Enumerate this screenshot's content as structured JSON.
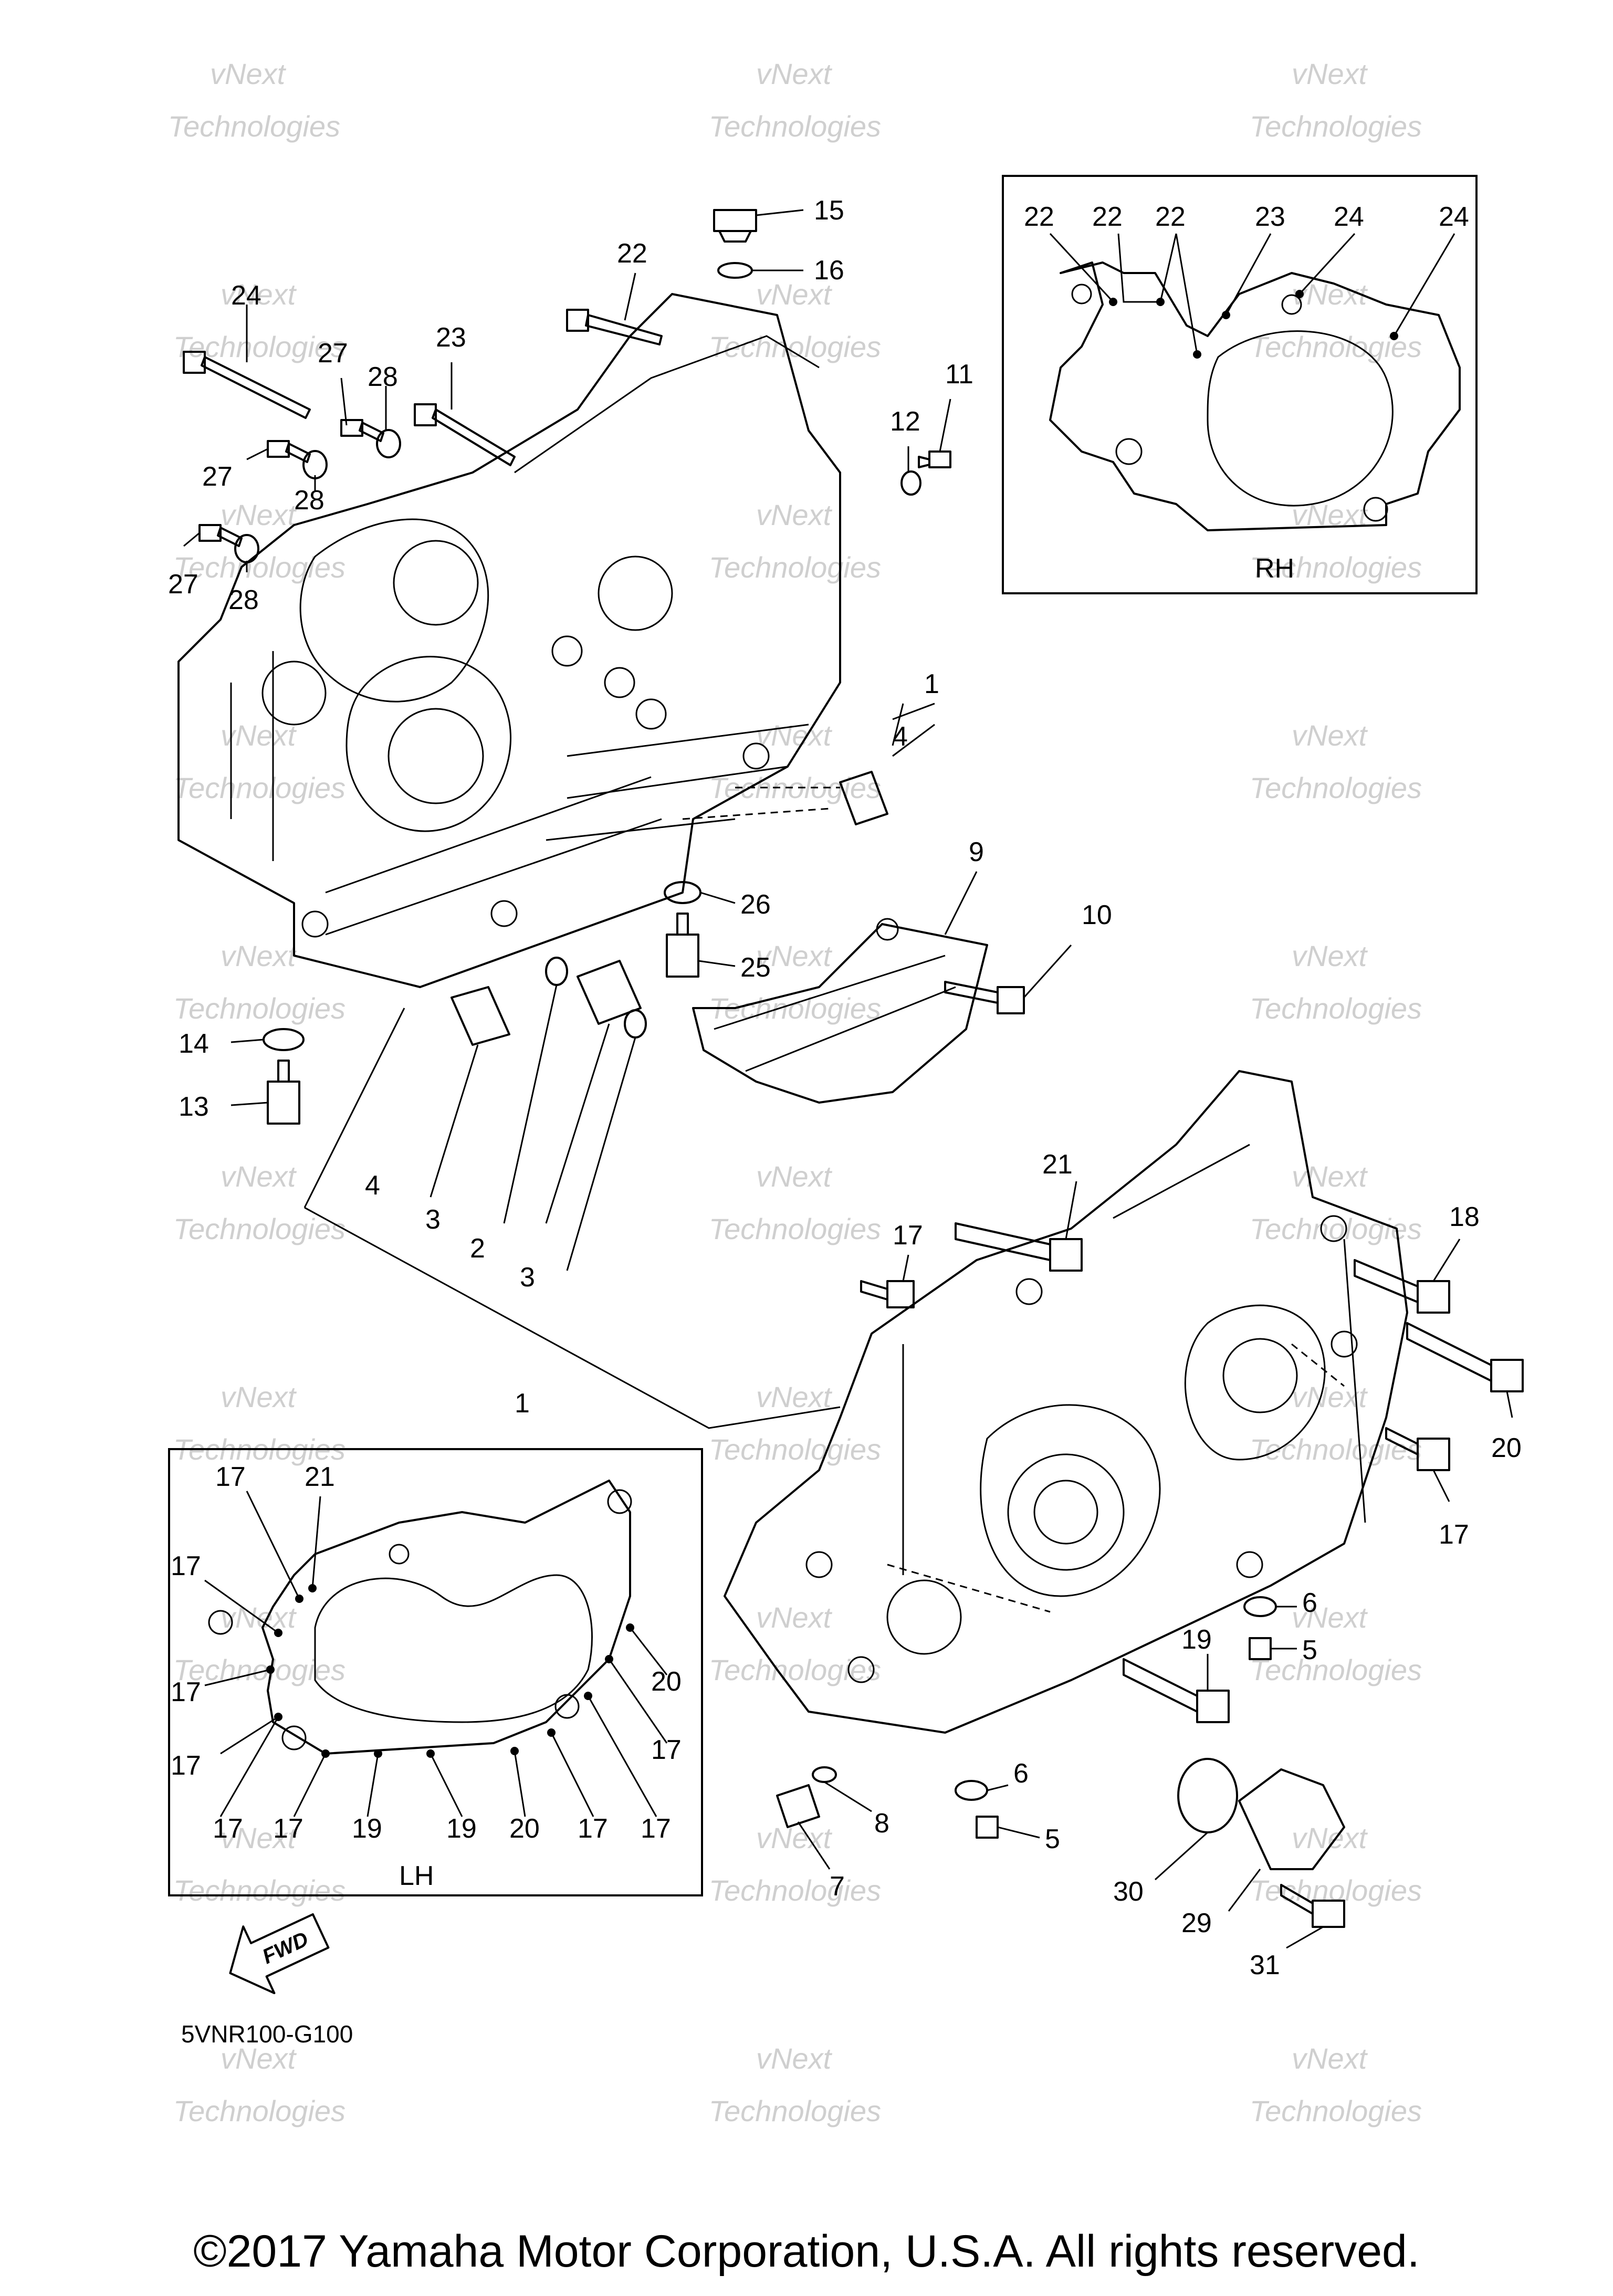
{
  "diagram": {
    "code": "5VNR100-G100",
    "copyright": "©2017 Yamaha Motor Corporation, U.S.A. All rights reserved.",
    "watermark": [
      "vNext",
      "Technologies"
    ],
    "fwd_label": "FWD",
    "insets": {
      "rh": {
        "label": "RH",
        "callouts": [
          "22",
          "22",
          "22",
          "23",
          "24",
          "24"
        ]
      },
      "lh": {
        "label": "LH",
        "callouts": [
          "17",
          "21",
          "17",
          "17",
          "17",
          "20",
          "17",
          "17",
          "17",
          "19",
          "19",
          "20",
          "17",
          "17"
        ]
      }
    },
    "callouts": [
      "15",
      "16",
      "22",
      "24",
      "27",
      "28",
      "23",
      "27",
      "28",
      "27",
      "28",
      "12",
      "11",
      "1",
      "4",
      "9",
      "10",
      "26",
      "25",
      "14",
      "13",
      "4",
      "3",
      "2",
      "3",
      "1",
      "21",
      "17",
      "18",
      "20",
      "17",
      "6",
      "5",
      "19",
      "6",
      "5",
      "8",
      "7",
      "30",
      "29",
      "31"
    ]
  }
}
